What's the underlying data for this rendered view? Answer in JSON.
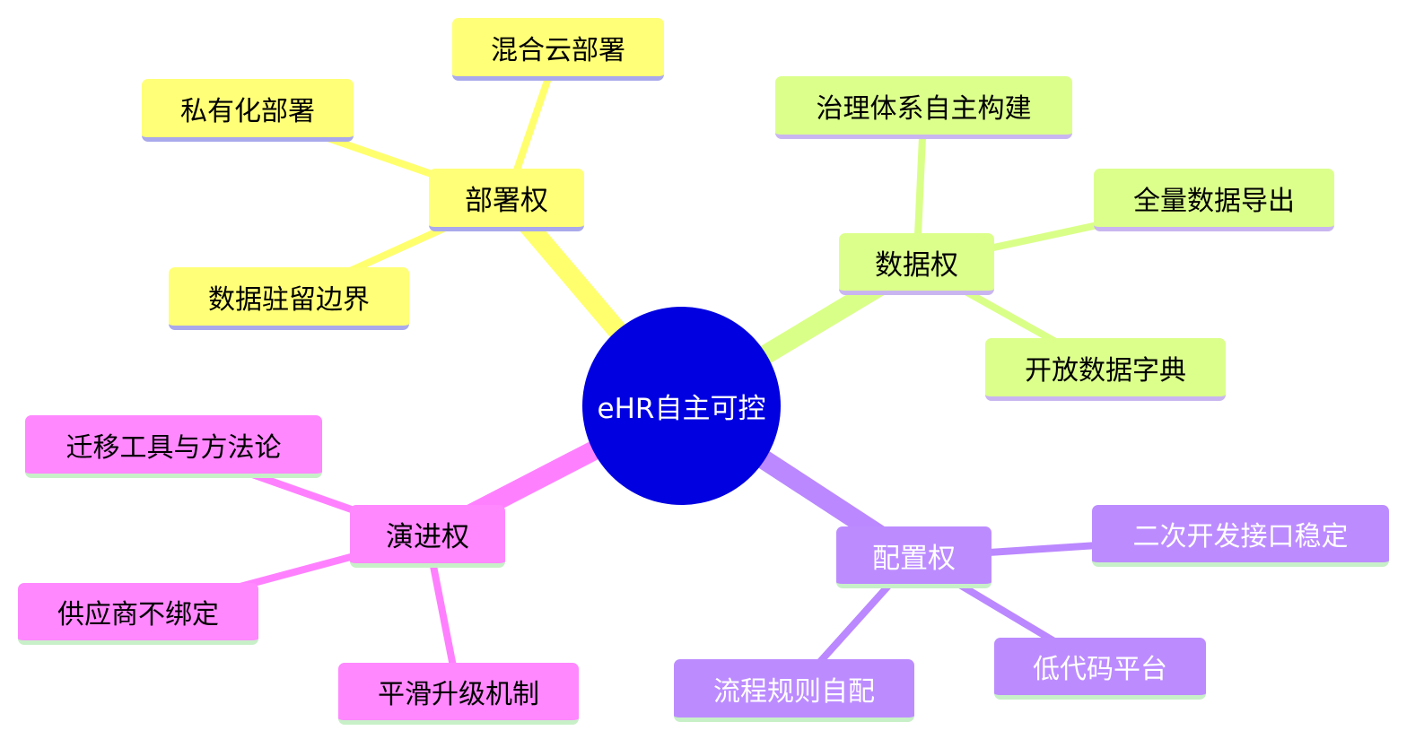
{
  "root": {
    "label": "eHR自主可控",
    "color": "#0000e0",
    "text_color": "#ffffff"
  },
  "branches": [
    {
      "id": "deploy",
      "label": "部署权",
      "fill": "#ffff78",
      "underline": "#a9a9ec",
      "line": "#ffff6e",
      "text_color": "#000000",
      "children": [
        "混合云部署",
        "私有化部署",
        "数据驻留边界"
      ]
    },
    {
      "id": "data",
      "label": "数据权",
      "fill": "#dcff8c",
      "underline": "#c9b6f0",
      "line": "#daff88",
      "text_color": "#000000",
      "children": [
        "治理体系自主构建",
        "全量数据导出",
        "开放数据字典"
      ]
    },
    {
      "id": "config",
      "label": "配置权",
      "fill": "#bc8cff",
      "underline": "#c8f0c8",
      "line": "#bb88ff",
      "text_color": "#ffffff",
      "children": [
        "二次开发接口稳定",
        "低代码平台",
        "流程规则自配"
      ]
    },
    {
      "id": "evolve",
      "label": "演进权",
      "fill": "#ff88ff",
      "underline": "#c8f0c8",
      "line": "#ff80ff",
      "text_color": "#000000",
      "children": [
        "迁移工具与方法论",
        "供应商不绑定",
        "平滑升级机制"
      ]
    }
  ]
}
